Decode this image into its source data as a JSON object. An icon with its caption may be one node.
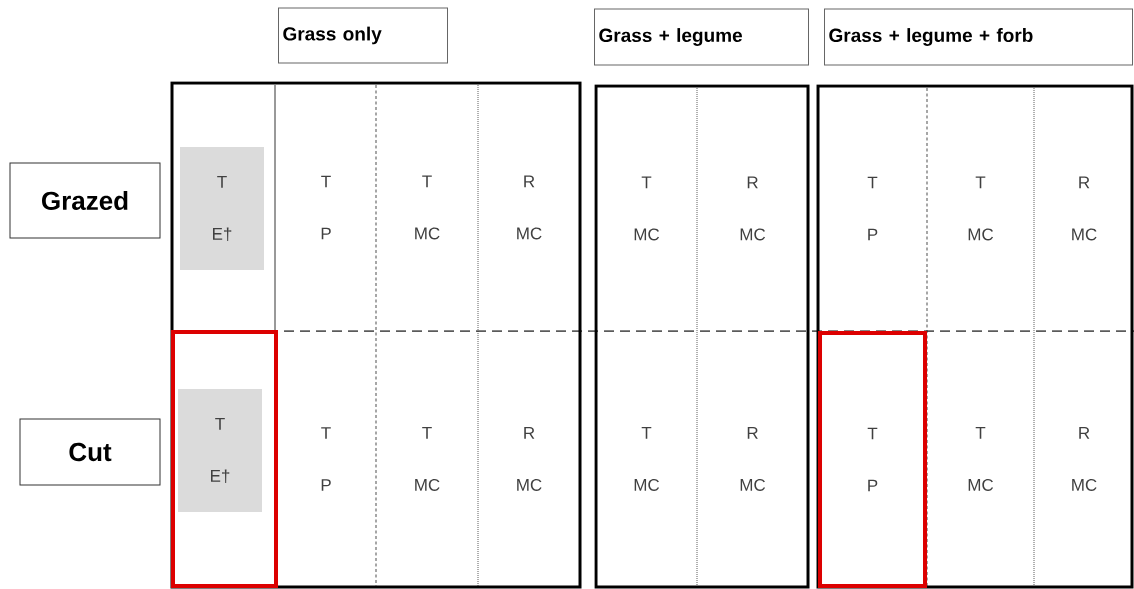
{
  "diagram": {
    "nodes": [
      {
        "text": [
          "Grass only"
        ]
      },
      {
        "text": [
          "Grass + legume"
        ]
      },
      {
        "text": [
          "Grass + legume + forb"
        ]
      },
      {
        "text": [
          "Grazed"
        ]
      },
      {
        "text": [
          "Cut"
        ]
      },
      {
        "text": [],
        "shape": "box"
      },
      {
        "text": [],
        "shape": "box"
      },
      {
        "text": [],
        "shape": "box"
      },
      {
        "text": [
          "T E†"
        ],
        "in": 5
      },
      {
        "text": [
          "T P"
        ],
        "in": 5
      },
      {
        "text": [
          "T MC"
        ],
        "in": 5
      },
      {
        "text": [
          "R MC"
        ],
        "in": 5
      },
      {
        "text": [],
        "shape": "box",
        "in": 5
      },
      {
        "text": [
          "T E†"
        ],
        "in": 12
      },
      {
        "text": [
          "T P"
        ],
        "in": 5
      },
      {
        "text": [
          "T MC"
        ],
        "in": 5
      },
      {
        "text": [
          "R MC"
        ],
        "in": 5
      },
      {
        "text": [
          "T MC"
        ],
        "in": 6
      },
      {
        "text": [
          "R MC"
        ],
        "in": 6
      },
      {
        "text": [
          "T MC"
        ],
        "in": 6
      },
      {
        "text": [
          "R MC"
        ],
        "in": 6
      },
      {
        "text": [
          "T P"
        ],
        "in": 7
      },
      {
        "text": [
          "T MC"
        ],
        "in": 7
      },
      {
        "text": [
          "R MC"
        ],
        "in": 7
      },
      {
        "text": [
          "T P"
        ],
        "in": 7
      },
      {
        "text": [
          "T MC"
        ],
        "in": 7
      },
      {
        "text": [
          "R MC"
        ],
        "in": 7
      }
    ]
  }
}
